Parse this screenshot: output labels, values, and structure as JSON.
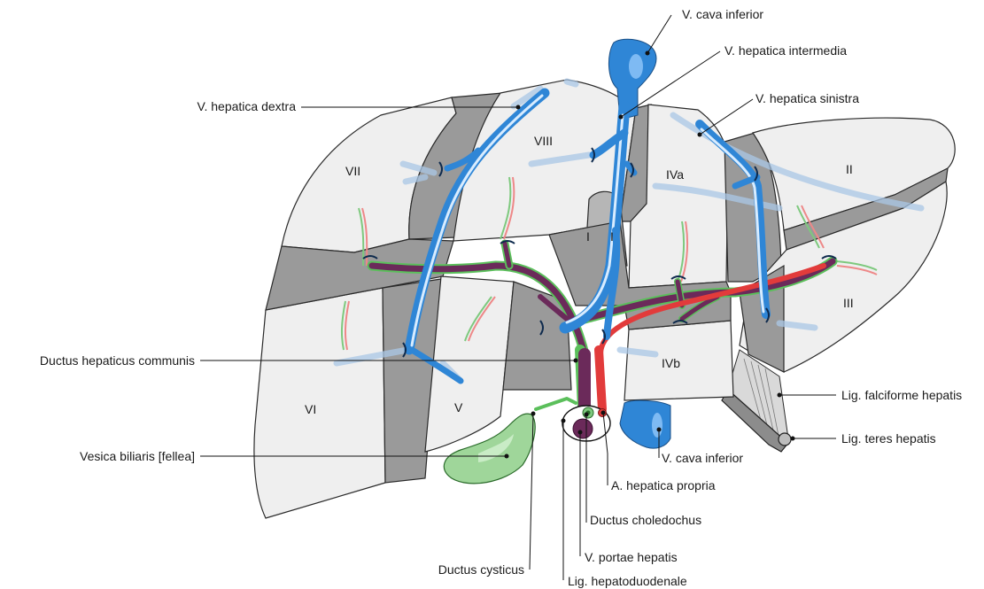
{
  "labels": {
    "vci_top": "V. cava inferior",
    "v_hep_intermedia": "V. hepatica intermedia",
    "v_hep_sinistra": "V. hepatica sinistra",
    "v_hep_dextra": "V. hepatica dextra",
    "ductus_hep_communis": "Ductus hepaticus communis",
    "lig_falciforme": "Lig. falciforme hepatis",
    "lig_teres": "Lig. teres hepatis",
    "vesica_biliaris": "Vesica biliaris [fellea]",
    "vci_bottom": "V. cava inferior",
    "a_hep_propria": "A. hepatica propria",
    "ductus_choledochus": "Ductus choledochus",
    "v_portae": "V. portae hepatis",
    "ductus_cysticus": "Ductus cysticus",
    "lig_hepatoduodenale": "Lig. hepatoduodenale"
  },
  "segments": {
    "s1a": "I",
    "s1b": "I",
    "s2": "II",
    "s3": "III",
    "s4a": "IVa",
    "s4b": "IVb",
    "s5": "V",
    "s6": "VI",
    "s7": "VII",
    "s8": "VIII"
  },
  "colors": {
    "hepatic_vein": "#2f86d6",
    "portal_vein": "#6b2a5a",
    "bile_duct": "#5bbf5b",
    "artery": "#e23b3b",
    "liver_surface": "#efefef",
    "liver_cut": "#9a9a9a"
  }
}
